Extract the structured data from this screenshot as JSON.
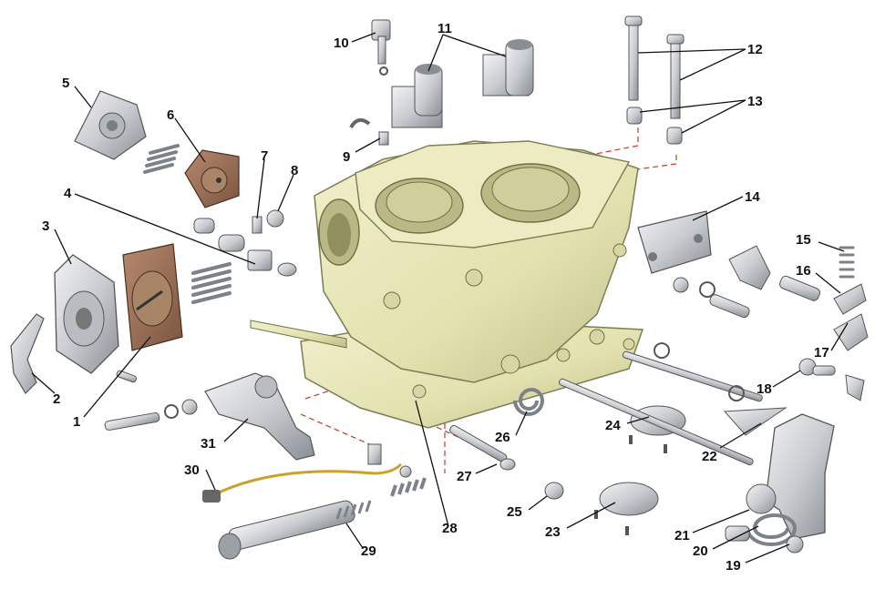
{
  "diagram": {
    "type": "exploded-assembly",
    "callouts": [
      "1",
      "2",
      "3",
      "4",
      "5",
      "6",
      "7",
      "8",
      "9",
      "10",
      "11",
      "12",
      "13",
      "14",
      "15",
      "16",
      "17",
      "18",
      "19",
      "20",
      "21",
      "22",
      "23",
      "24",
      "25",
      "26",
      "27",
      "28",
      "29",
      "30",
      "31"
    ]
  },
  "colors": {
    "housing": "#e4e3b4",
    "housing_shade": "#b9b985",
    "metal": "#c9ccd0",
    "metal_dark": "#8a8f96",
    "gasket": "#9b6f56",
    "spring": "#9aa0a6",
    "leader": "#111111",
    "dashed_guide": "#c0392b"
  }
}
